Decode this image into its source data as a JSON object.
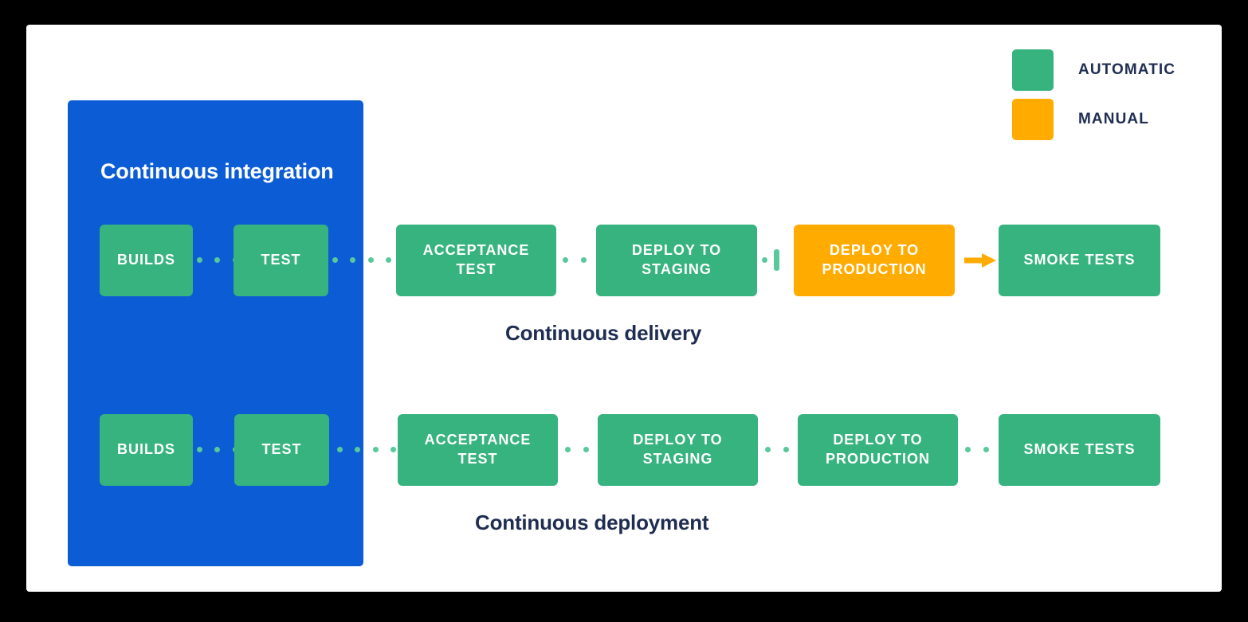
{
  "diagram": {
    "title_hidden": "",
    "colors": {
      "automatic": "#36B37E",
      "manual": "#FFAB00",
      "ci_panel": "#0B5CD5",
      "connector": "#57C99B",
      "text_dark": "#1f2d52",
      "canvas": "#ffffff",
      "border": "#000000"
    }
  },
  "legend": {
    "items": [
      {
        "label": "AUTOMATIC",
        "color": "#36B37E",
        "swatch_icon": "square-swatch-icon"
      },
      {
        "label": "MANUAL",
        "color": "#FFAB00",
        "swatch_icon": "square-swatch-icon"
      }
    ]
  },
  "ci_panel": {
    "title": "Continuous integration"
  },
  "rows": [
    {
      "id": "continuous-delivery",
      "caption": "Continuous delivery",
      "nodes": [
        {
          "label": "BUILDS",
          "type": "automatic"
        },
        {
          "label": "TEST",
          "type": "automatic"
        },
        {
          "label": "ACCEPTANCE\nTEST",
          "type": "automatic"
        },
        {
          "label": "DEPLOY TO\nSTAGING",
          "type": "automatic"
        },
        {
          "label": "DEPLOY TO\nPRODUCTION",
          "type": "manual"
        },
        {
          "label": "SMOKE TESTS",
          "type": "automatic"
        }
      ],
      "connectors": [
        {
          "kind": "dots",
          "dots": 4
        },
        {
          "kind": "dots",
          "dots": 4
        },
        {
          "kind": "dots",
          "dots": 3
        },
        {
          "kind": "gate",
          "dots": 1,
          "icon": "manual-gate-icon"
        },
        {
          "kind": "arrow",
          "icon": "arrow-right-icon",
          "color": "#FFAB00"
        }
      ]
    },
    {
      "id": "continuous-deployment",
      "caption": "Continuous deployment",
      "nodes": [
        {
          "label": "BUILDS",
          "type": "automatic"
        },
        {
          "label": "TEST",
          "type": "automatic"
        },
        {
          "label": "ACCEPTANCE\nTEST",
          "type": "automatic"
        },
        {
          "label": "DEPLOY TO\nSTAGING",
          "type": "automatic"
        },
        {
          "label": "DEPLOY TO\nPRODUCTION",
          "type": "automatic"
        },
        {
          "label": "SMOKE TESTS",
          "type": "automatic"
        }
      ],
      "connectors": [
        {
          "kind": "dots",
          "dots": 4
        },
        {
          "kind": "dots",
          "dots": 4
        },
        {
          "kind": "dots",
          "dots": 3
        },
        {
          "kind": "dots",
          "dots": 3
        },
        {
          "kind": "dots",
          "dots": 3
        }
      ]
    }
  ]
}
